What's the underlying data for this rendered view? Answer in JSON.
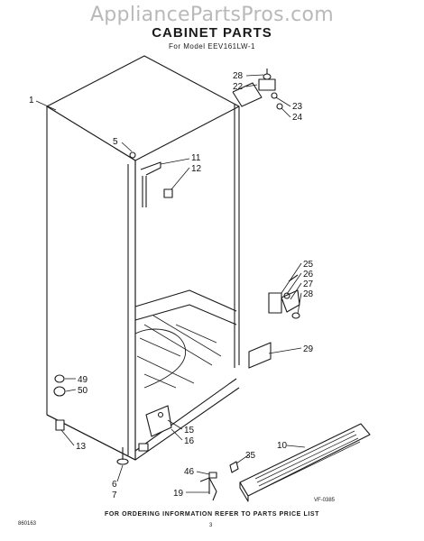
{
  "watermark": "AppliancePartsPros.com",
  "title": "CABINET PARTS",
  "model": "For Model EEV161LW-1",
  "footer": "FOR ORDERING INFORMATION REFER TO PARTS PRICE LIST",
  "code_left": "860163",
  "code_right": "VF-0385",
  "page_number": "3",
  "callouts": [
    "1",
    "5",
    "11",
    "12",
    "28",
    "22",
    "23",
    "24",
    "25",
    "26",
    "27",
    "28",
    "29",
    "49",
    "50",
    "13",
    "15",
    "16",
    "6",
    "7",
    "10",
    "35",
    "46",
    "19"
  ]
}
